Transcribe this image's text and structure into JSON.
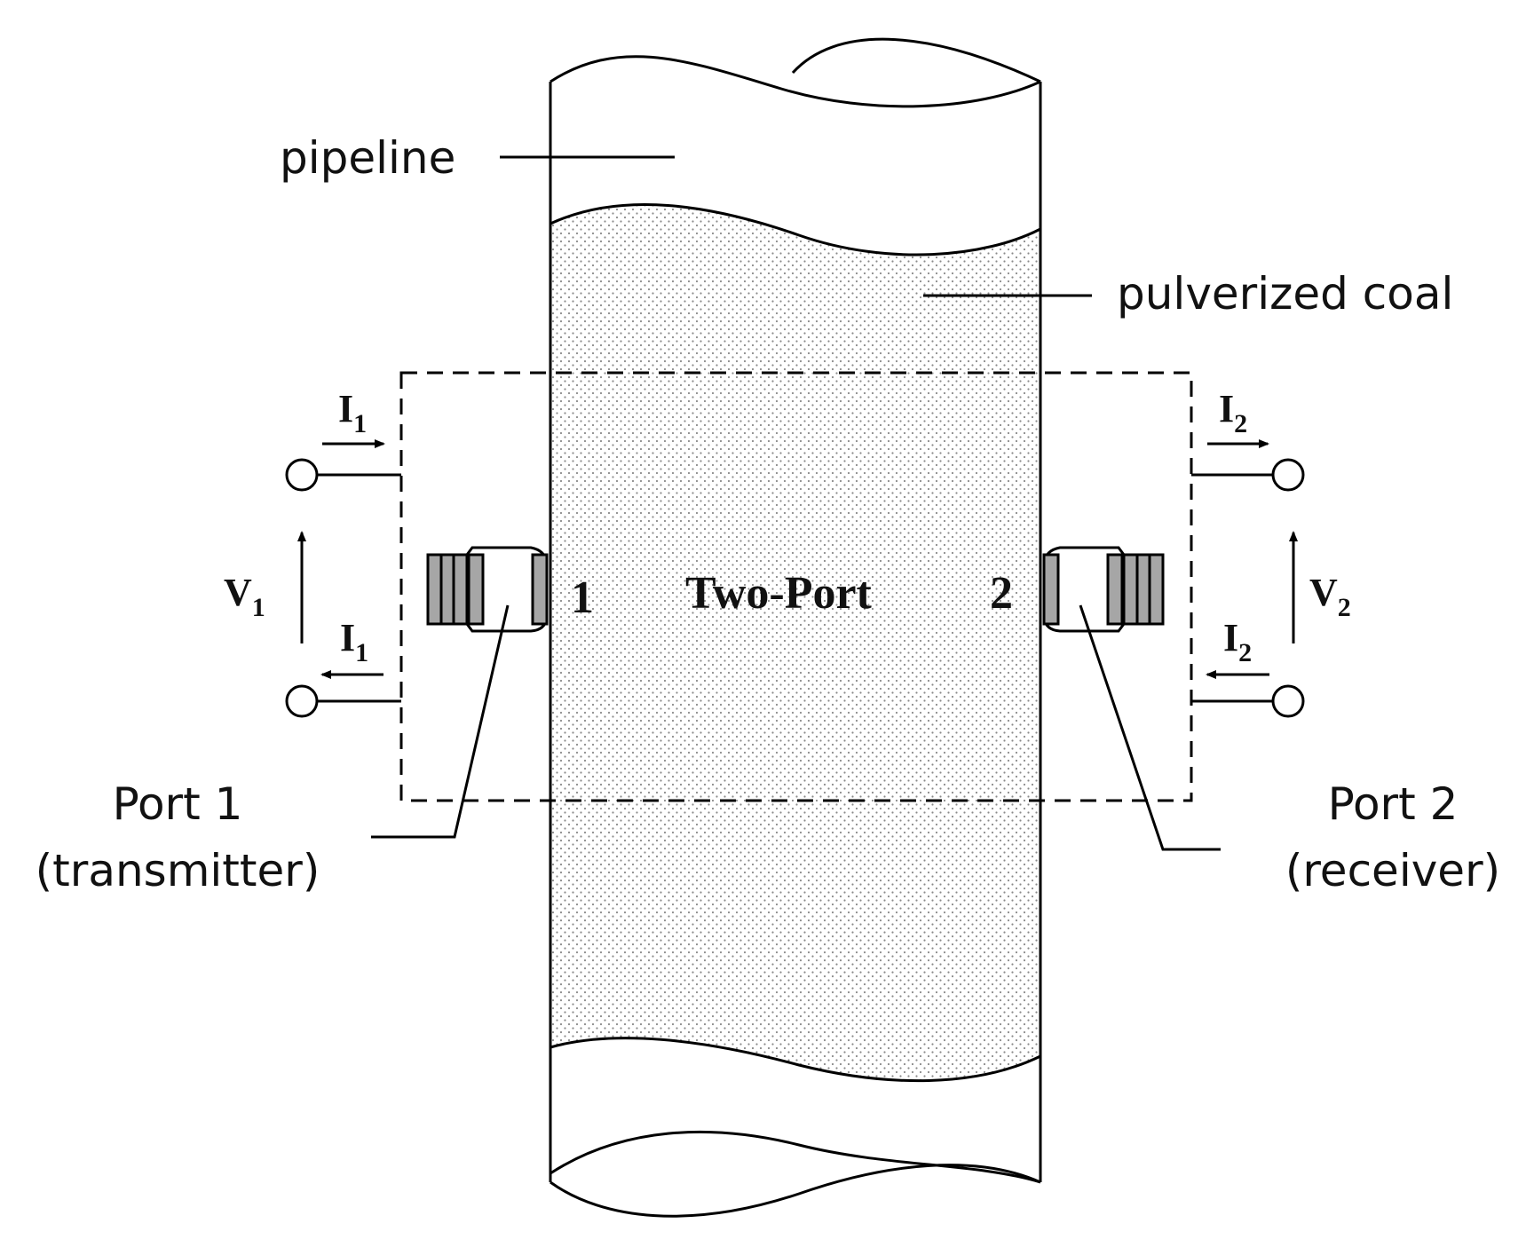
{
  "labels": {
    "pipeline": "pipeline",
    "pulverized_coal": "pulverized coal",
    "center": "Two-Port",
    "port_num_1": "1",
    "port_num_2": "2",
    "port1_title": "Port 1",
    "port1_role": "(transmitter)",
    "port2_title": "Port 2",
    "port2_role": "(receiver)"
  },
  "circuit": {
    "current_symbol": "I",
    "voltage_symbol": "V",
    "port1_sub": "1",
    "port2_sub": "2"
  },
  "colors": {
    "line": "#000000",
    "coal_dot": "#8a8a8a",
    "sensor_gray": "#a6a6a6"
  }
}
